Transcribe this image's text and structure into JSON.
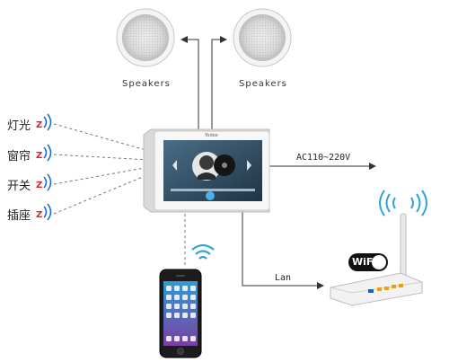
{
  "speakers": [
    {
      "label": "Speakers"
    },
    {
      "label": "Speakers"
    }
  ],
  "left_devices": [
    {
      "label": "灯光",
      "icon": "zwave-signal-icon"
    },
    {
      "label": "窗帘",
      "icon": "zwave-signal-icon"
    },
    {
      "label": "开关",
      "icon": "zwave-signal-icon"
    },
    {
      "label": "插座",
      "icon": "zwave-signal-icon"
    }
  ],
  "power": {
    "label": "AC110~220V"
  },
  "lan": {
    "label": "Lan"
  },
  "wifi": {
    "badge": "WiFi"
  },
  "panel": {
    "brand": "Yodee"
  },
  "colors": {
    "zwave_red": "#e2231a",
    "zwave_blue": "#1a6fd1",
    "wifi_signal": "#2fa4d8",
    "arrow": "#333333",
    "dashed": "#777777"
  }
}
